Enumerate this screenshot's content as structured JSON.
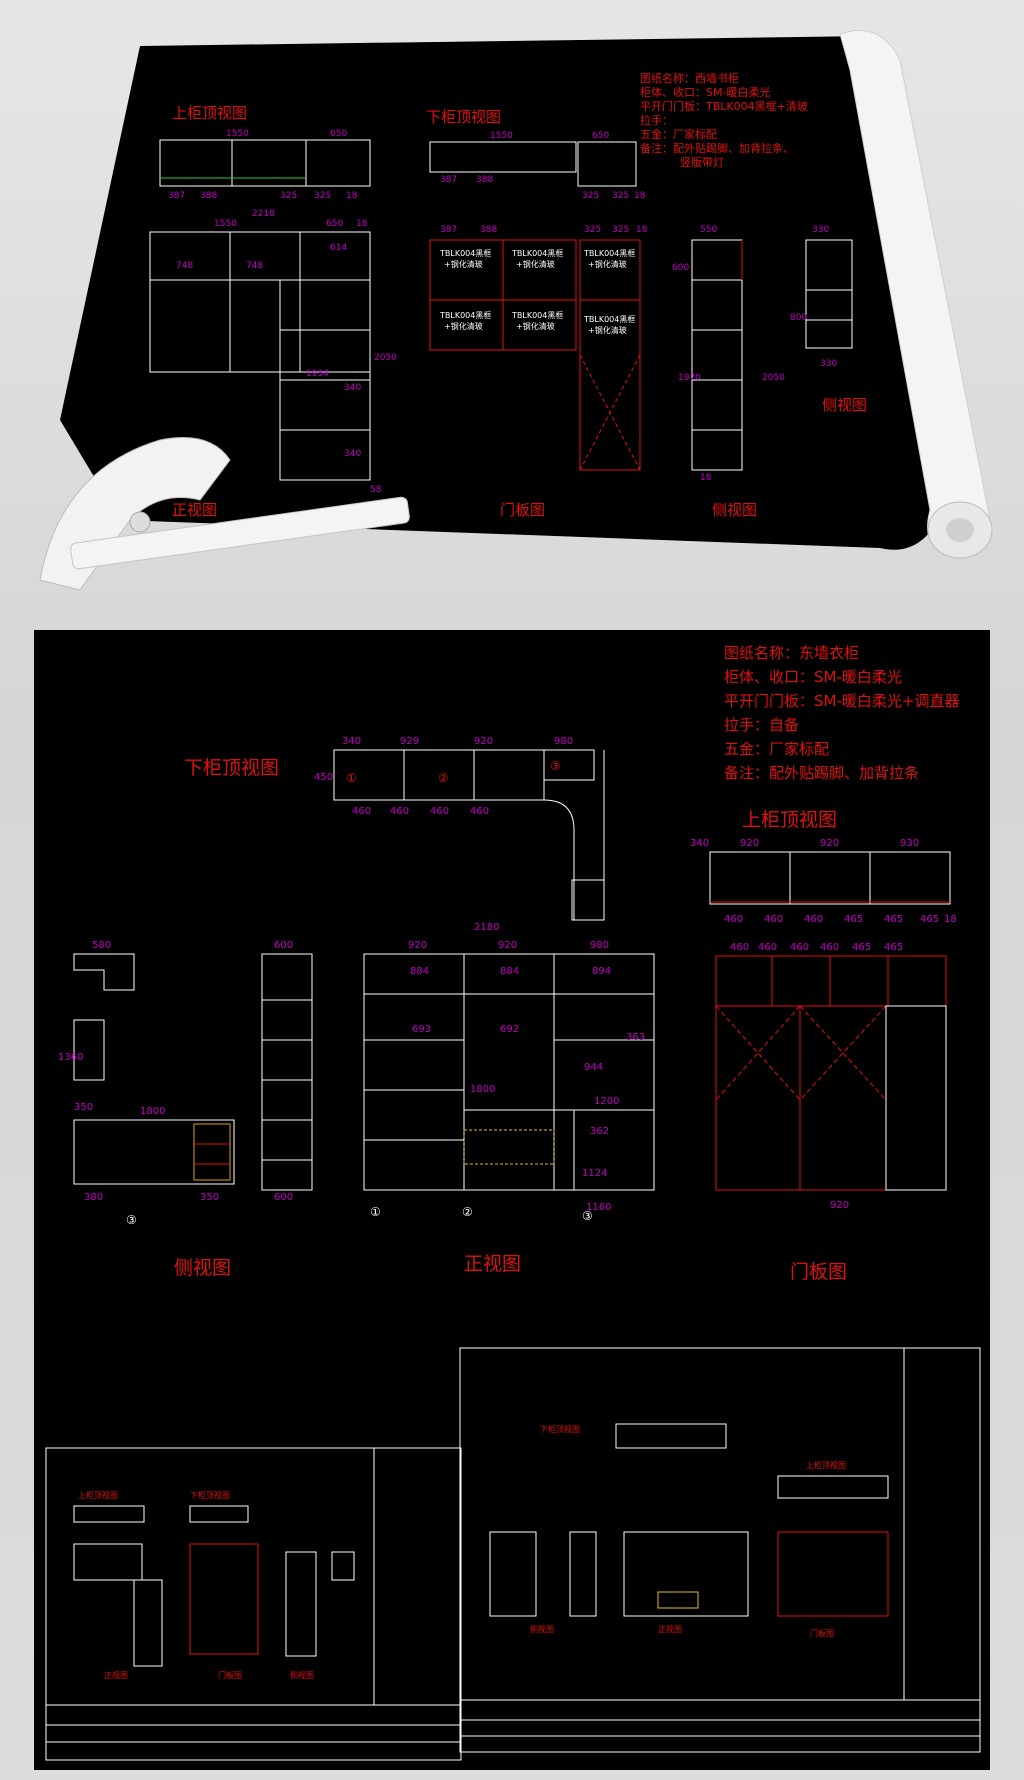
{
  "colors": {
    "paper": "#000000",
    "line": "#ffffff",
    "dim": "#c000c0",
    "red": "#e01010",
    "title_red": "#e01010"
  },
  "panel1": {
    "info_lines": [
      "图纸名称：西墙书柜",
      "柜体、收口：SM-暖白柔光",
      "平开门门板：TBLK004黑框+清玻",
      "拉手：",
      "五金：厂家标配",
      "备注：配外贴踢脚、加背拉条、",
      "竖版带灯"
    ],
    "label_upper_top": "上柜顶视图",
    "label_lower_top": "下柜顶视图",
    "label_front": "正视图",
    "label_door": "门板图",
    "label_side1": "侧视图",
    "label_side2": "侧视图",
    "upper_top_dims": [
      "1550",
      "650",
      "387",
      "388",
      "325",
      "325",
      "18"
    ],
    "lower_top_dims": [
      "1550",
      "650",
      "387",
      "388",
      "325",
      "325",
      "18"
    ],
    "front_dims": [
      "2218",
      "1550",
      "650",
      "18",
      "614",
      "748",
      "748",
      "1934",
      "2050",
      "340",
      "340",
      "58"
    ],
    "door_dims": [
      "387",
      "388",
      "325",
      "325",
      "18"
    ],
    "door_panel_labels": [
      "TBLK004黑框",
      "+钢化清玻",
      "TBLK004黑框",
      "+钢化清玻",
      "TBLK004黑框",
      "+钢化清玻",
      "TBLK004黑框",
      "+钢化清玻",
      "TBLK004黑框",
      "+钢化清玻",
      "TBLK004黑框",
      "+钢化清玻"
    ],
    "side1_dims": [
      "550",
      "600",
      "1970",
      "2050",
      "18"
    ],
    "side2_dims": [
      "330",
      "800",
      "330"
    ]
  },
  "panel2": {
    "info_lines": [
      "图纸名称：东墙衣柜",
      "柜体、收口：SM-暖白柔光",
      "平开门门板：SM-暖白柔光+调直器",
      "拉手：自备",
      "五金：厂家标配",
      "备注：配外贴踢脚、加背拉条"
    ],
    "label_lower_top": "下柜顶视图",
    "label_upper_top": "上柜顶视图",
    "label_side": "侧视图",
    "label_front": "正视图",
    "label_door": "门板图",
    "lower_top_dims": [
      "340",
      "929",
      "920",
      "980",
      "460",
      "460",
      "460",
      "460",
      "450"
    ],
    "upper_top_dims": [
      "340",
      "920",
      "920",
      "930",
      "460",
      "460",
      "460",
      "465",
      "465",
      "465",
      "18"
    ],
    "front_dims": [
      "2180",
      "920",
      "920",
      "980",
      "884",
      "884",
      "894",
      "693",
      "692",
      "1800",
      "1200",
      "1160",
      "944",
      "1124",
      "363",
      "362"
    ],
    "side_dims": [
      "580",
      "600",
      "1800",
      "1360",
      "350",
      "380",
      "350",
      "600"
    ],
    "door_dims": [
      "460",
      "460",
      "460",
      "460",
      "465",
      "465",
      "920"
    ],
    "markers": [
      "①",
      "②",
      "③"
    ]
  },
  "panel3": {
    "sheet1_labels": [
      "上柜顶视图",
      "下柜顶视图",
      "正视图",
      "门板图",
      "侧视图"
    ],
    "sheet2_labels": [
      "下柜顶视图",
      "上柜顶视图",
      "侧视图",
      "正视图",
      "门板图"
    ]
  }
}
